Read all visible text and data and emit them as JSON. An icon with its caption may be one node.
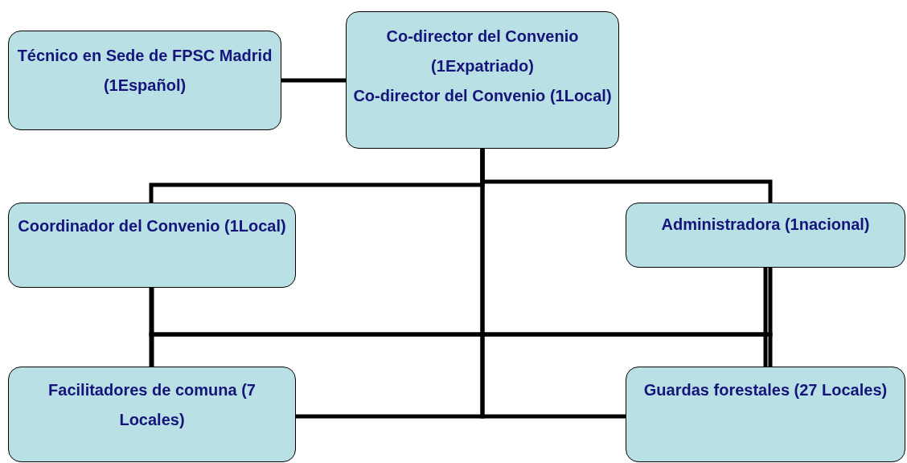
{
  "diagram": {
    "nodes": [
      {
        "text": [
          "Técnico en Sede de FPSC Madrid (1Español)"
        ]
      },
      {
        "text": [
          "Co-director del Convenio (1Expatriado)",
          "Co-director del Convenio (1Local)"
        ]
      },
      {
        "text": [
          "Coordinador del Convenio (1Local)"
        ]
      },
      {
        "text": [
          "Administradora (1nacional)"
        ]
      },
      {
        "text": [
          "Facilitadores de comuna (7 Locales)"
        ]
      },
      {
        "text": [
          "Guardas forestales (27 Locales)"
        ]
      }
    ],
    "edges": [
      {
        "from": 0,
        "to": 1,
        "arrow": "none"
      },
      {
        "from": 1,
        "to": 2,
        "arrow": "none"
      },
      {
        "from": 1,
        "to": 3,
        "arrow": "none"
      },
      {
        "from": 1,
        "to": 4,
        "arrow": "none"
      },
      {
        "from": 1,
        "to": 5,
        "arrow": "none"
      },
      {
        "from": 2,
        "to": 4,
        "arrow": "none"
      },
      {
        "from": 3,
        "to": 5,
        "arrow": "none"
      },
      {
        "from": 2,
        "to": 5,
        "arrow": "none"
      },
      {
        "from": 3,
        "to": 4,
        "arrow": "none"
      }
    ]
  }
}
